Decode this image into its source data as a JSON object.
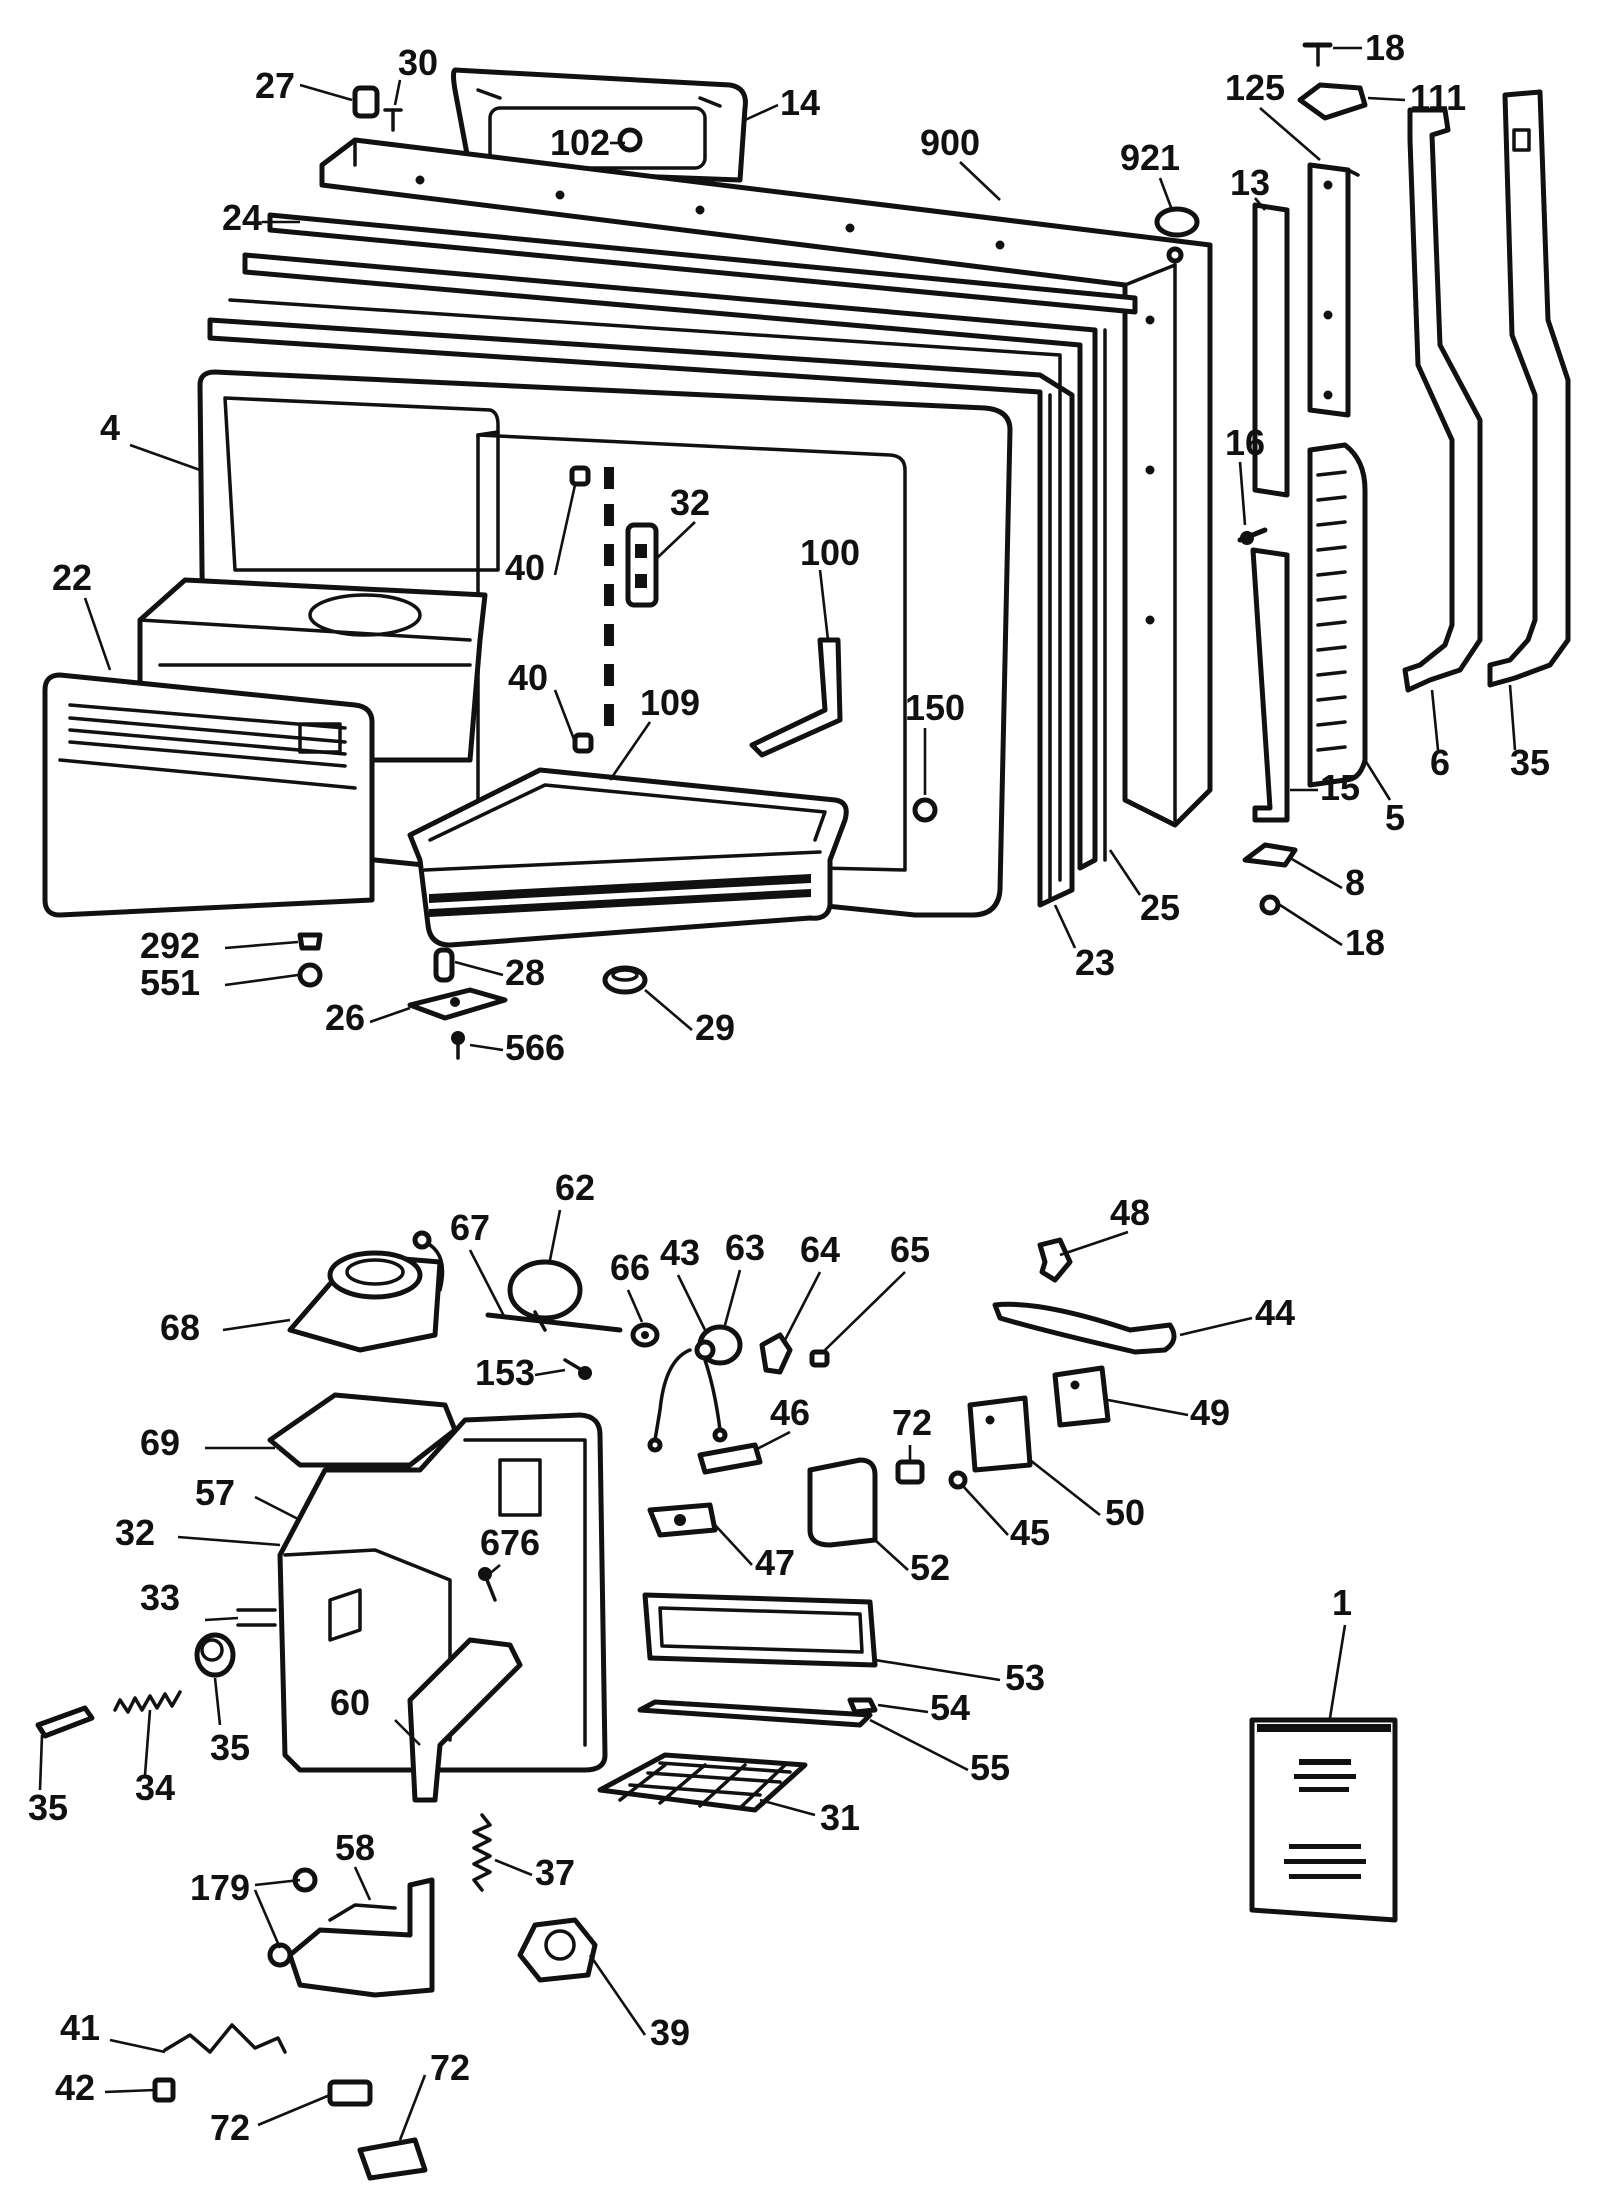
{
  "labels": [
    "27",
    "30",
    "14",
    "102",
    "900",
    "921",
    "18",
    "125",
    "111",
    "13",
    "24",
    "4",
    "22",
    "32",
    "100",
    "40",
    "40",
    "109",
    "150",
    "16",
    "5",
    "6",
    "35",
    "15",
    "8",
    "18",
    "25",
    "23",
    "292",
    "551",
    "28",
    "26",
    "566",
    "29",
    "62",
    "67",
    "68",
    "66",
    "43",
    "63",
    "64",
    "65",
    "48",
    "44",
    "153",
    "49",
    "69",
    "72",
    "46",
    "50",
    "57",
    "32",
    "47",
    "52",
    "45",
    "33",
    "676",
    "53",
    "35",
    "34",
    "60",
    "54",
    "55",
    "35",
    "31",
    "58",
    "37",
    "179",
    "1",
    "41",
    "39",
    "42",
    "72",
    "72"
  ],
  "colors": {
    "ink": "#111111",
    "paper": "#ffffff"
  }
}
